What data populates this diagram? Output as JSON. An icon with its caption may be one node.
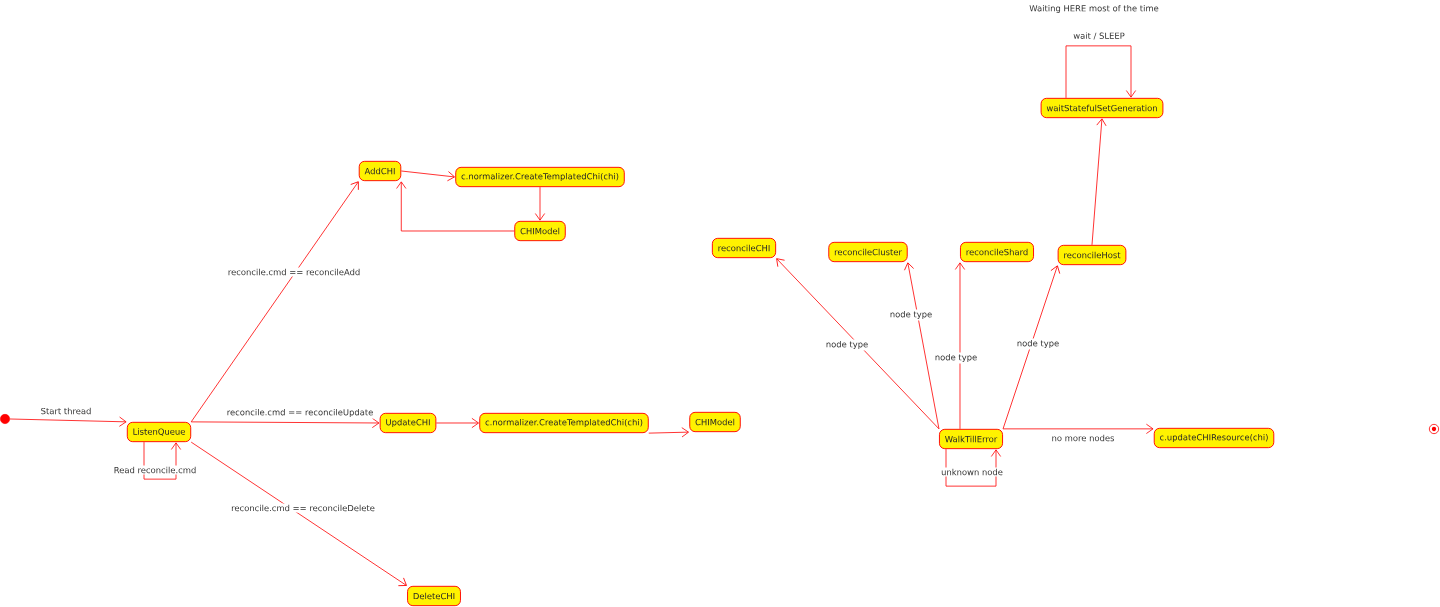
{
  "diagram": {
    "nodes": [
      {
        "text": [],
        "shape": "circle"
      },
      {
        "text": [
          "ListenQueue"
        ]
      },
      {
        "text": [
          "AddCHI"
        ]
      },
      {
        "text": [
          "c.normalizer.CreateTemplatedChi(chi)"
        ]
      },
      {
        "text": [
          "CHIModel"
        ]
      },
      {
        "text": [
          "UpdateCHI"
        ]
      },
      {
        "text": [
          "c.normalizer.CreateTemplatedChi(chi)"
        ]
      },
      {
        "text": [
          "CHIModel"
        ]
      },
      {
        "text": [
          "DeleteCHI"
        ]
      },
      {
        "text": [
          "reconcileCHI"
        ]
      },
      {
        "text": [
          "reconcileCluster"
        ]
      },
      {
        "text": [
          "reconcileShard"
        ]
      },
      {
        "text": [
          "reconcileHost"
        ]
      },
      {
        "text": [
          "waitStatefulSetGeneration"
        ]
      },
      {
        "text": [
          "WalkTillError"
        ]
      },
      {
        "text": [
          "c.updateCHIResource(chi)"
        ]
      },
      {
        "text": [],
        "shape": "circle"
      }
    ],
    "edges": [
      {
        "from": 0,
        "to": 1,
        "arrow": "to",
        "label": "Start thread"
      },
      {
        "from": 1,
        "to": 1,
        "arrow": "to",
        "label": "Read reconcile.cmd"
      },
      {
        "from": 1,
        "to": 2,
        "arrow": "to",
        "label": "reconcile.cmd == reconcileAdd"
      },
      {
        "from": 1,
        "to": 5,
        "arrow": "to",
        "label": "reconcile.cmd == reconcileUpdate"
      },
      {
        "from": 1,
        "to": 8,
        "arrow": "to",
        "label": "reconcile.cmd == reconcileDelete"
      },
      {
        "from": 2,
        "to": 3,
        "arrow": "to"
      },
      {
        "from": 3,
        "to": 4,
        "arrow": "to"
      },
      {
        "from": 4,
        "to": 2,
        "arrow": "to"
      },
      {
        "from": 5,
        "to": 6,
        "arrow": "to"
      },
      {
        "from": 6,
        "to": 7,
        "arrow": "to"
      },
      {
        "from": 14,
        "to": 9,
        "arrow": "to",
        "label": "node type"
      },
      {
        "from": 14,
        "to": 10,
        "arrow": "to",
        "label": "node type"
      },
      {
        "from": 14,
        "to": 11,
        "arrow": "to",
        "label": "node type"
      },
      {
        "from": 14,
        "to": 12,
        "arrow": "to",
        "label": "node type"
      },
      {
        "from": 14,
        "to": 15,
        "arrow": "to",
        "label": "no more nodes"
      },
      {
        "from": 14,
        "to": 14,
        "arrow": "to",
        "label": "unknown node"
      },
      {
        "from": 12,
        "to": 13,
        "arrow": "to"
      },
      {
        "from": 13,
        "to": 13,
        "arrow": "to",
        "label": "wait / SLEEP"
      }
    ],
    "labels": [
      "Waiting HERE most of the time"
    ]
  }
}
